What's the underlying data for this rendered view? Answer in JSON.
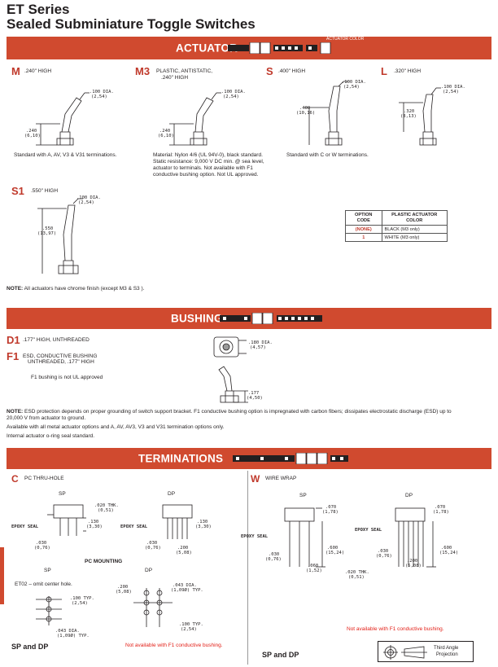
{
  "header": {
    "series": "ET Series",
    "subtitle": "Sealed Subminiature Toggle Switches"
  },
  "colors": {
    "accent": "#d04a2f",
    "warning": "#e32119"
  },
  "actuator": {
    "band_label": "ACTUATOR",
    "band_note": "ACTUATOR COLOR",
    "options": [
      {
        "code": "M",
        "desc": ".240\" HIGH",
        "dim_label": ".100 DIA.",
        "dim_metric": "(2,54)",
        "height_label": ".240",
        "height_metric": "(6,10)",
        "note": "Standard with A, AV, V3 & V31 terminations."
      },
      {
        "code": "M3",
        "desc": "PLASTIC, ANTISTATIC,",
        "desc2": ".240\" HIGH",
        "dim_label": ".100 DIA.",
        "dim_metric": "(2,54)",
        "height_label": ".240",
        "height_metric": "(6,10)",
        "note": "Material: Nylon 4/6 (UL 94V-0), black standard. Static resistance: 9,000 V DC min. @ sea level, actuator to terminals. Not available with F1 conductive bushing option. Not UL approved."
      },
      {
        "code": "S",
        "desc": ".400\" HIGH",
        "dim_label": ".100 DIA.",
        "dim_metric": "(2,54)",
        "height_label": ".400",
        "height_metric": "(10,16)",
        "note": "Standard with C or W terminations."
      },
      {
        "code": "L",
        "desc": ".320\" HIGH",
        "dim_label": ".100 DIA.",
        "dim_metric": "(2,54)",
        "height_label": ".320",
        "height_metric": "(8,13)",
        "note": ""
      },
      {
        "code": "S1",
        "desc": ".550\" HIGH",
        "dim_label": ".100 DIA.",
        "dim_metric": "(2,54)",
        "height_label": ".550",
        "height_metric": "(13,97)",
        "note": ""
      }
    ],
    "color_table": {
      "headers": [
        "OPTION CODE",
        "PLASTIC ACTUATOR COLOR"
      ],
      "rows": [
        {
          "code": "(NONE)",
          "color": "BLACK (M3 only)"
        },
        {
          "code": "1",
          "color": "WHITE (M3 only)"
        }
      ]
    },
    "note_label": "NOTE:",
    "note_text": " All actuators have chrome finish (except M3 & S3 )."
  },
  "bushing": {
    "band_label": "BUSHING",
    "options": [
      {
        "code": "D1",
        "desc": ".177\" HIGH, UNTHREADED"
      },
      {
        "code": "F1",
        "desc": "ESD, CONDUCTIVE BUSHING",
        "desc2": "UNTHREADED, .177\" HIGH"
      }
    ],
    "f1_note": "F1 bushing is not UL approved",
    "dia_label": ".180 DIA.",
    "dia_metric": "(4,57)",
    "h_label": ".177",
    "h_metric": "(4,50)",
    "note_label": "NOTE:",
    "note_text": " ESD protection depends on proper grounding of switch support bracket. F1 conductive bushing option is impregnated with carbon fibers; dissipates electrostatic discharge (ESD) up to 20,000 V from actuator to ground.",
    "line2": "Available with all metal actuator options and A, AV, AV3, V3 and V31 termination options only.",
    "line3": "Internal actuator o-ring seal standard."
  },
  "terminations": {
    "band_label": "TERMINATIONS",
    "c": {
      "code": "C",
      "desc": "PC THRU-HOLE",
      "sp": "SP",
      "dp": "DP",
      "thk": ".020 THK.",
      "thk_m": "(0,51)",
      "epoxy": "EPOXY SEAL",
      "d130": ".130",
      "d130_m": "(3,30)",
      "d030": ".030",
      "d030_m": "(0,76)",
      "d200": ".200",
      "d200_m": "(5,08)",
      "pc_mounting": "PC MOUNTING",
      "et02": "ET02 – omit center hole.",
      "typ100": ".100 TYP.",
      "typ100_m": "(2,54)",
      "dia043": ".043 DIA.",
      "dia043_m": "(1,09Ø) TYP.",
      "dia043b": ".043 DIA.",
      "dia043b_m": "(1,09Ø) TYP.",
      "spdp": "SP and DP",
      "warn": "Not available with F1 conductive bushing."
    },
    "w": {
      "code": "W",
      "desc": "WIRE WRAP",
      "sp": "SP",
      "dp": "DP",
      "d070": ".070",
      "d070_m": "(1,78)",
      "epoxy": "EPOXY SEAL",
      "d600": ".600",
      "d600_m": "(15,24)",
      "d030": ".030",
      "d030_m": "(0,76)",
      "d060": ".060",
      "d060_m": "(1,52)",
      "d200": ".200",
      "d200_m": "(5,08)",
      "thk": ".020 THK.",
      "thk_m": "(0,51)",
      "warn": "Not available with F1 conductive bushing.",
      "spdp": "SP and DP",
      "projection": "Third Angle",
      "projection2": "Projection"
    }
  }
}
